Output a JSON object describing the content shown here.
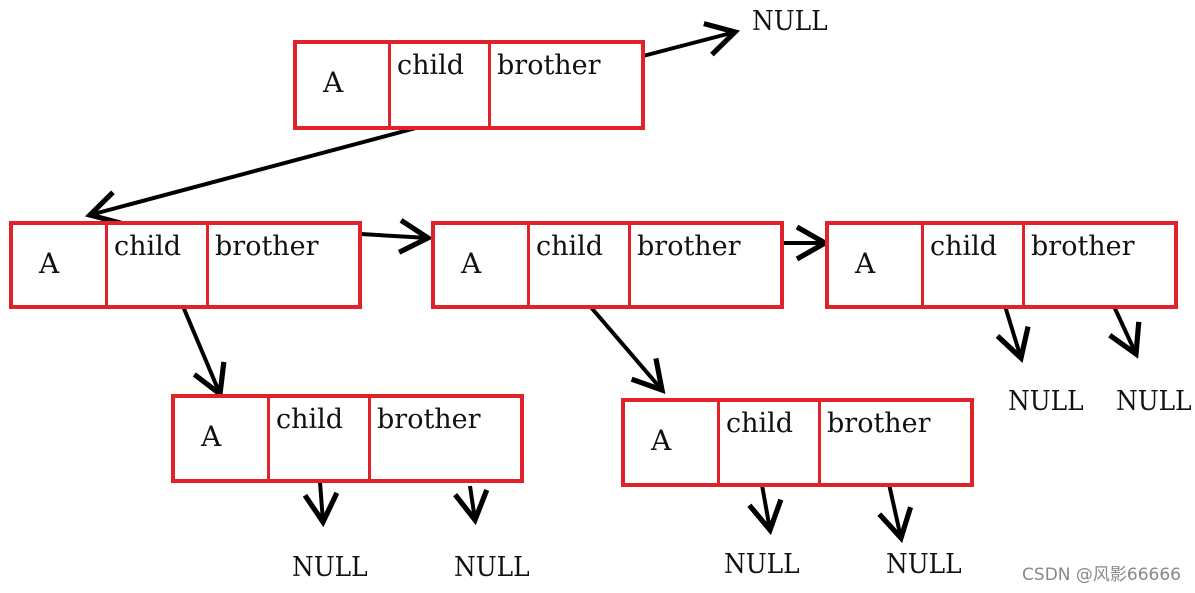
{
  "nodes": [
    {
      "id": "root",
      "data": "A",
      "child": "child",
      "brother": "brother"
    },
    {
      "id": "l2a",
      "data": "A",
      "child": "child",
      "brother": "brother"
    },
    {
      "id": "l2b",
      "data": "A",
      "child": "child",
      "brother": "brother"
    },
    {
      "id": "l2c",
      "data": "A",
      "child": "child",
      "brother": "brother"
    },
    {
      "id": "l3a",
      "data": "A",
      "child": "child",
      "brother": "brother"
    },
    {
      "id": "l3b",
      "data": "A",
      "child": "child",
      "brother": "brother"
    }
  ],
  "null_label": "NULL",
  "nulls": [
    "NULL",
    "NULL",
    "NULL",
    "NULL",
    "NULL",
    "NULL",
    "NULL"
  ],
  "watermark": "CSDN @风影66666",
  "colors": {
    "box": "#e0232b",
    "arrow": "#000000",
    "text": "#111111"
  }
}
